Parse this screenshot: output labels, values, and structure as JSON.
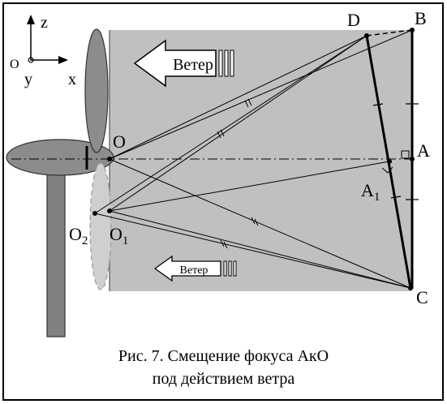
{
  "axes": {
    "z_label": "z",
    "x_label": "x",
    "y_label": "y",
    "origin_label": "O"
  },
  "wind": {
    "upper_label": "Ветер",
    "lower_label": "Ветер"
  },
  "points": {
    "O": "O",
    "O1": "O",
    "O1_sub": "1",
    "O2": "O",
    "O2_sub": "2",
    "A": "A",
    "A1": "A",
    "A1_sub": "1",
    "B": "B",
    "C": "C",
    "D": "D"
  },
  "caption": {
    "line1": "Рис. 7. Смещение фокуса АкО",
    "line2": "под действием ветра"
  },
  "colors": {
    "beam_region": "#c0c0c0",
    "antenna": "#8c8c8c",
    "mirror_ghost": "#c8c8c8"
  }
}
